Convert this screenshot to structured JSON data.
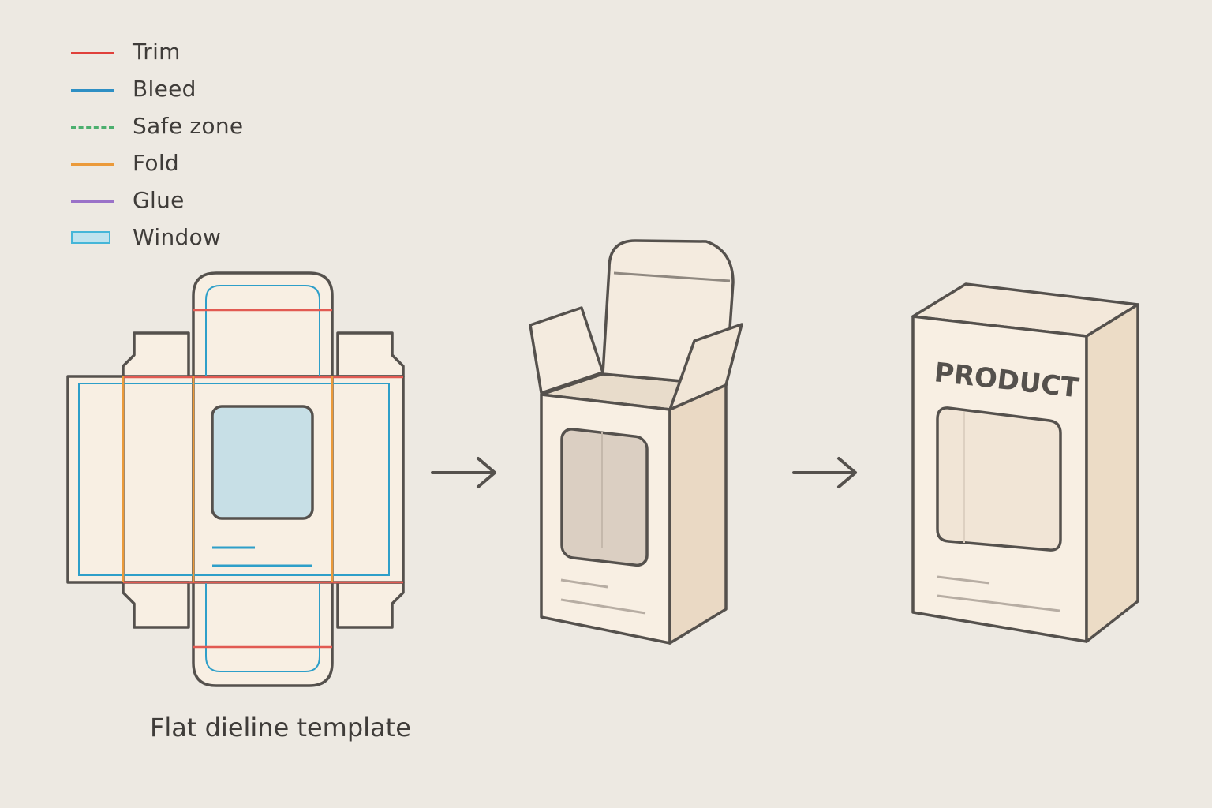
{
  "legend": {
    "items": [
      {
        "label": "Trim",
        "color": "#e0413b",
        "style": "solid"
      },
      {
        "label": "Bleed",
        "color": "#2e8fc4",
        "style": "solid"
      },
      {
        "label": "Safe zone",
        "color": "#4caf6e",
        "style": "dashed"
      },
      {
        "label": "Fold",
        "color": "#eb9a3a",
        "style": "solid"
      },
      {
        "label": "Glue",
        "color": "#9a72c8",
        "style": "solid"
      },
      {
        "label": "Window",
        "color": "#45b6d8",
        "style": "box"
      }
    ]
  },
  "caption": "Flat dieline template",
  "box": {
    "label": "PRODUCT"
  },
  "colors": {
    "outline": "#55514d",
    "paper": "#f8efe3",
    "paper_side": "#ede0cf",
    "window_fill": "#c7dfe6",
    "background": "#ede9e2"
  },
  "icons": [
    "arrow-right-icon",
    "arrow-right-icon"
  ]
}
